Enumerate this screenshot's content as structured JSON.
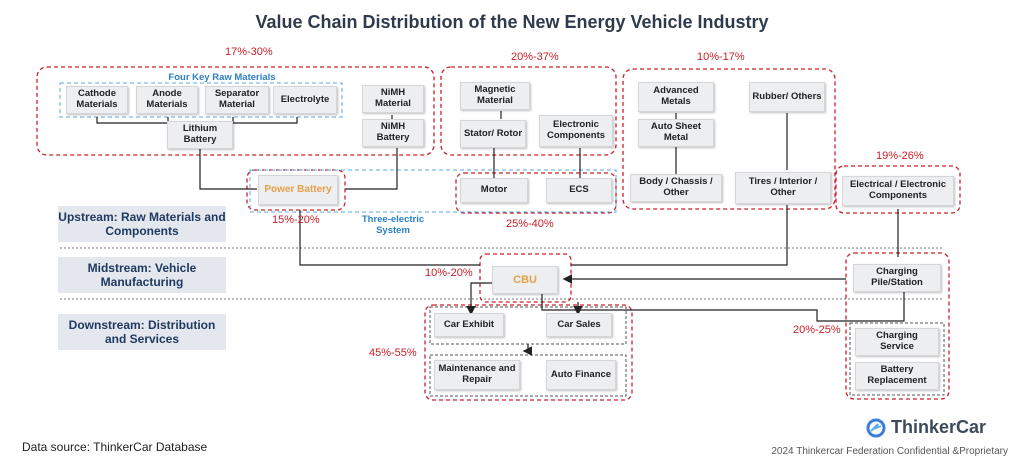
{
  "title": "Value Chain Distribution of the New Energy Vehicle Industry",
  "stages": {
    "upstream": "Upstream: Raw Materials and Components",
    "midstream": "Midstream: Vehicle Manufacturing",
    "downstream": "Downstream: Distribution and Services"
  },
  "percentages": {
    "raw_materials": "17%-30%",
    "power_battery": "15%-20%",
    "motor_ecs": "25%-40%",
    "magnetic": "20%-37%",
    "metals": "10%-17%",
    "electrical": "19%-26%",
    "cbu": "10%-20%",
    "downstream": "45%-55%",
    "charging": "20%-25%"
  },
  "groups": {
    "four_key": "Four Key Raw Materials",
    "three_electric": "Three-electric System"
  },
  "nodes": {
    "cathode": "Cathode Materials",
    "anode": "Anode Materials",
    "separator": "Separator Material",
    "electrolyte": "Electrolyte",
    "lithium_battery": "Lithium Battery",
    "nimh_material": "NiMH Material",
    "nimh_battery": "NiMH Battery",
    "power_battery": "Power Battery",
    "magnetic_material": "Magnetic Material",
    "stator_rotor": "Stator/ Rotor",
    "electronic_components": "Electronic Components",
    "motor": "Motor",
    "ecs": "ECS",
    "advanced_metals": "Advanced Metals",
    "auto_sheet_metal": "Auto Sheet Metal",
    "body_chassis": "Body / Chassis / Other",
    "rubber": "Rubber/ Others",
    "tires_interior": "Tires / Interior / Other",
    "electrical_electronic": "Electrical / Electronic Components",
    "cbu": "CBU",
    "charging_pile": "Charging Pile/Station",
    "car_exhibit": "Car Exhibit",
    "car_sales": "Car Sales",
    "maintenance": "Maintenance and Repair",
    "auto_finance": "Auto Finance",
    "charging_service": "Charging Service",
    "battery_replacement": "Battery Replacement"
  },
  "footer": {
    "source": "Data source: ThinkerCar Database",
    "brand": "ThinkerCar",
    "copyright": "2024 Thinkercar Federation Confidential &Proprietary"
  },
  "colors": {
    "dashed_red": "#c8202a",
    "dashed_blue": "#5aa7e0",
    "stage_bg": "#e4e8ee",
    "stage_text": "#1f3a60",
    "accent_orange": "#e6a04a"
  }
}
